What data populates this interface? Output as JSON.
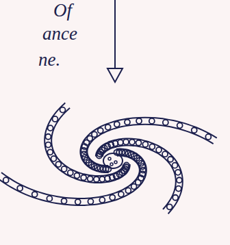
{
  "diagram": {
    "labels": [
      "Of",
      "ance",
      "ne."
    ]
  }
}
